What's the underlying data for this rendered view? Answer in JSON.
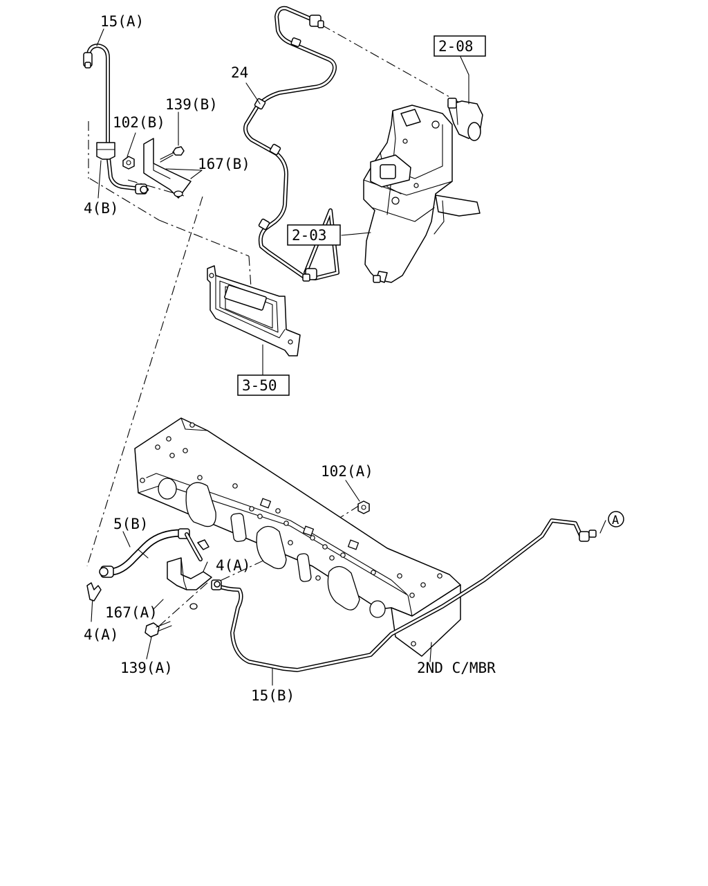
{
  "labels": {
    "l_15a": "15(A)",
    "l_139b": "139(B)",
    "l_102b": "102(B)",
    "l_167b": "167(B)",
    "l_4b": "4(B)",
    "l_24": "24",
    "l_208": "2-08",
    "l_203": "2-03",
    "l_350": "3-50",
    "l_102a": "102(A)",
    "l_5b": "5(B)",
    "l_4a_top": "4(A)",
    "l_167a": "167(A)",
    "l_4a_bot": "4(A)",
    "l_139a": "139(A)",
    "l_15b": "15(B)",
    "l_2ndcmbr": "2ND C/MBR",
    "l_ref_a": "A"
  }
}
